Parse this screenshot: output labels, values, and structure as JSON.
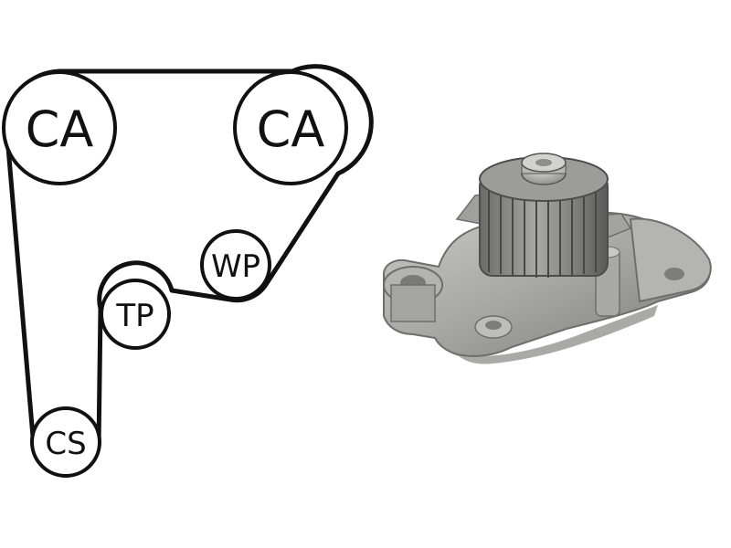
{
  "belt_diagram": {
    "pulleys": [
      {
        "key": "ca_left",
        "label": "CA"
      },
      {
        "key": "ca_right",
        "label": "CA"
      },
      {
        "key": "wp",
        "label": "WP"
      },
      {
        "key": "tp",
        "label": "TP"
      },
      {
        "key": "cs",
        "label": "CS"
      }
    ]
  },
  "colors": {
    "ink": "#111111",
    "metal_light": "#b9b9b6",
    "metal_mid": "#8d8d8a",
    "metal_dark": "#5b5b59"
  }
}
